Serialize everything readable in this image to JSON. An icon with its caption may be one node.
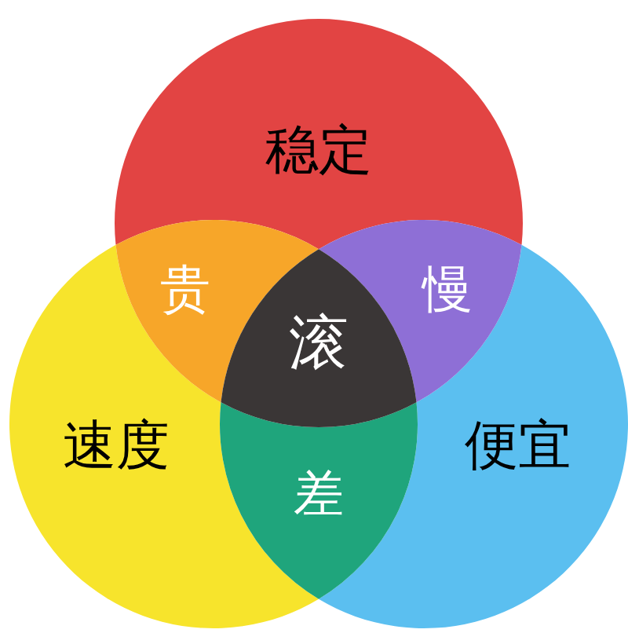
{
  "diagram": {
    "nodes": [
      {
        "text": [
          "稳定"
        ]
      },
      {
        "text": [
          "速度"
        ]
      },
      {
        "text": [
          "便宜"
        ]
      },
      {
        "text": [
          "贵"
        ]
      },
      {
        "text": [
          "慢"
        ]
      },
      {
        "text": [
          "差"
        ]
      },
      {
        "text": [
          "滚"
        ]
      }
    ]
  }
}
